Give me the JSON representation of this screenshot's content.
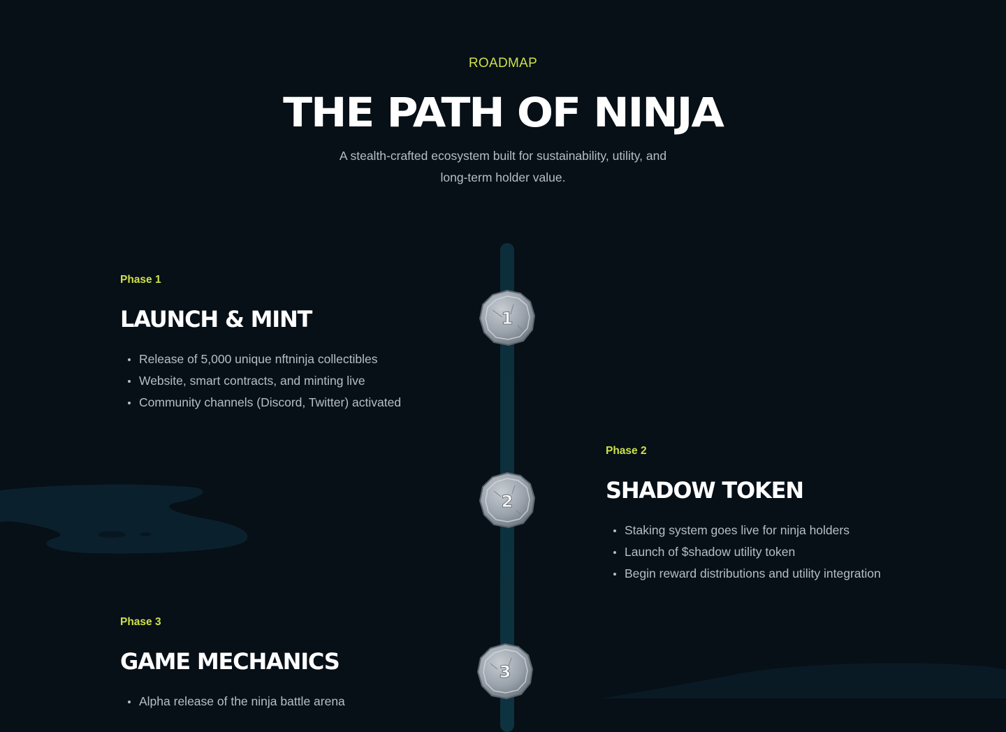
{
  "header": {
    "eyebrow": "ROADMAP",
    "title": "THE PATH OF NINJA",
    "subtitle": "A stealth-crafted ecosystem built for sustainability, utility, and long-term holder value."
  },
  "phases": [
    {
      "label": "Phase 1",
      "number": "1",
      "title": "LAUNCH & MINT",
      "items": [
        "Release of 5,000 unique nftninja collectibles",
        "Website, smart contracts, and minting live",
        "Community channels (Discord, Twitter) activated"
      ]
    },
    {
      "label": "Phase 2",
      "number": "2",
      "title": "SHADOW TOKEN",
      "items": [
        "Staking system goes live for ninja holders",
        "Launch of $shadow utility token",
        "Begin reward distributions and utility integration"
      ]
    },
    {
      "label": "Phase 3",
      "number": "3",
      "title": "GAME MECHANICS",
      "items": [
        "Alpha release of the ninja battle arena"
      ]
    }
  ],
  "colors": {
    "accent": "#cde048",
    "background": "#070f17",
    "rail": "#0c2e3a",
    "text_muted": "#b7bec6",
    "coin_silver": "#a9b0b8"
  },
  "icons": {
    "coin": "stone-coin-icon"
  }
}
